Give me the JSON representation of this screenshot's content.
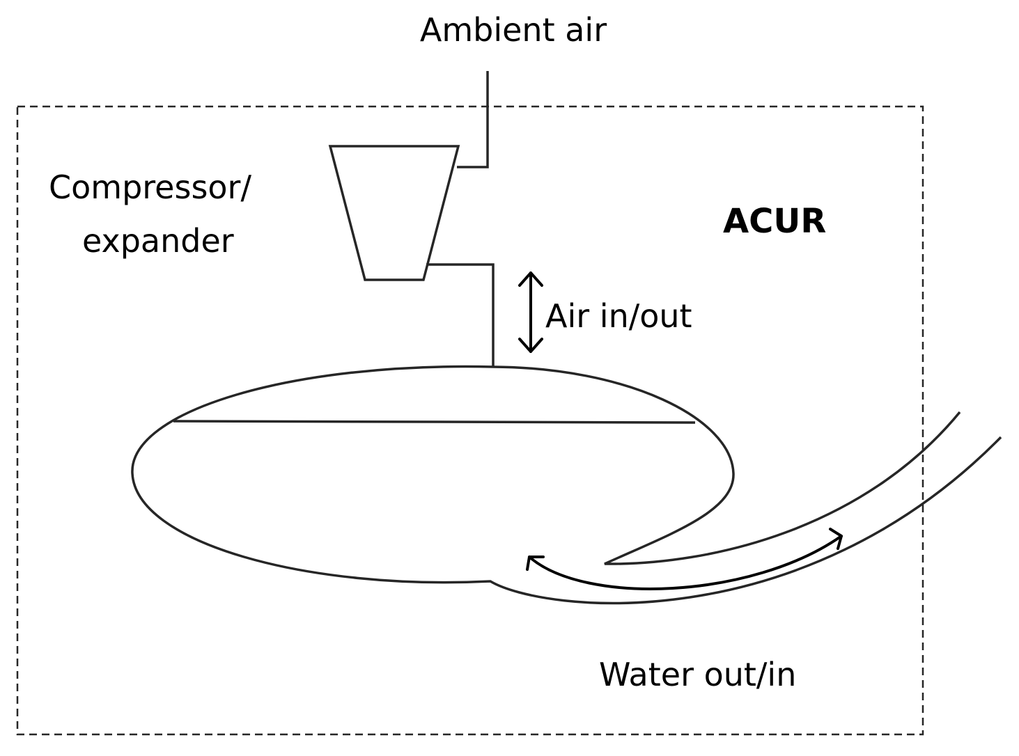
{
  "labels": {
    "ambient_air": "Ambient air",
    "compressor_line1": "Compressor/",
    "compressor_line2": "expander",
    "system": "ACUR",
    "air_flow": "Air in/out",
    "water_flow": "Water out/in"
  },
  "colors": {
    "line": "#262626",
    "text": "#000000",
    "background": "#ffffff"
  }
}
